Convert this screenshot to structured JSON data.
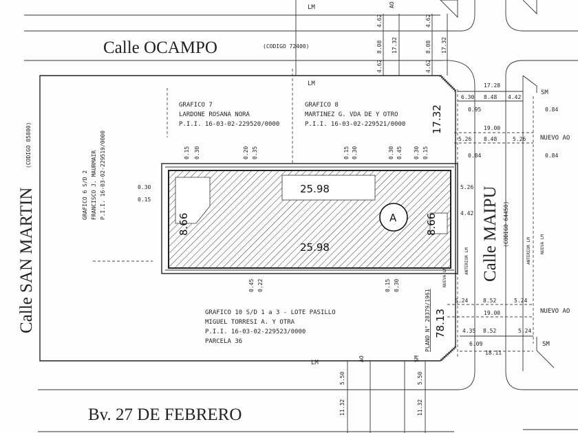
{
  "streets": {
    "ocampo": "Calle  OCAMPO",
    "ocampo_code": "(CODIGO 72400)",
    "san_martin": "Calle  SAN  MARTIN",
    "san_martin_code": "(CODIGO 85800)",
    "maipu": "Calle  MAIPU",
    "maipu_code": "(CODIGO 64450)",
    "febrero": "Bv.  27  DE  FEBRERO"
  },
  "parcels": {
    "g7": [
      "GRAFICO 7",
      "LARDONE ROSANA NORA",
      "P.I.I. 16-03-02-229520/0000"
    ],
    "g8": [
      "GRAFICO 8",
      "MARTINEZ G. VDA DE Y OTRO",
      "P.I.I. 16-03-02-229521/0000"
    ],
    "g6": [
      "GRAFICO 6 S/D 2",
      "FRANCISCO J. MAURMAIR",
      "P.I.I. 16-03-02-229519/0000"
    ],
    "g10": [
      "GRAFICO 10 S/D 1 a 3 - LOTE PASILLO",
      "MIGUEL TORRESI A. Y OTRA",
      "P.I.I. 16-03-02-229523/0000",
      "PARCELA 36"
    ]
  },
  "lot": {
    "label": "A",
    "length_top": "25.98",
    "length_bottom": "25.98",
    "width_left": "8.66",
    "width_right": "8.66",
    "block_side_top": "17.32",
    "block_side_right": "78.13",
    "plano": "PLANO N° 28379/1961"
  },
  "marks": {
    "lm": "LM",
    "ao": "AO",
    "sm": "SM",
    "nuevo_ao": "NUEVO AO",
    "anterior_lm": "ANTERIOR LM",
    "nueva_lm": "NUEVA LM"
  },
  "top_dims": [
    "4.62",
    "8.08",
    "4.62",
    "17.32",
    "4.62",
    "8.08",
    "4.62",
    "17.32"
  ],
  "offsets": {
    "top": [
      "0.15",
      "0.30",
      "0.20",
      "0.35",
      "0.15",
      "0.30",
      "0.30",
      "0.45",
      "0.30",
      "0.15"
    ],
    "left": [
      "0.30",
      "0.15"
    ],
    "bottom": [
      "0.45",
      "0.22",
      "0.15",
      "0.30"
    ]
  },
  "maipu_dims": {
    "upper_total": "17.28",
    "upper_row": [
      "6.30",
      "8.48",
      "4.42"
    ],
    "upper_offset": "0.95",
    "mid_total": "19.00",
    "mid_row": [
      "5.26",
      "8.48",
      "5.26"
    ],
    "side_offsets": [
      "0.84",
      "0.84",
      "0.84"
    ],
    "lot_side": [
      "5.26",
      "4.42"
    ],
    "lower_row": [
      "5.24",
      "8.52",
      "5.24"
    ],
    "lower_total": "19.00",
    "bottom_row": [
      "4.35",
      "8.52",
      "5.24"
    ],
    "bottom_offset": "6.09",
    "bottom_total": "18.11"
  },
  "febrero_dims": [
    "5.50",
    "11.32",
    "5.50",
    "11.32"
  ]
}
